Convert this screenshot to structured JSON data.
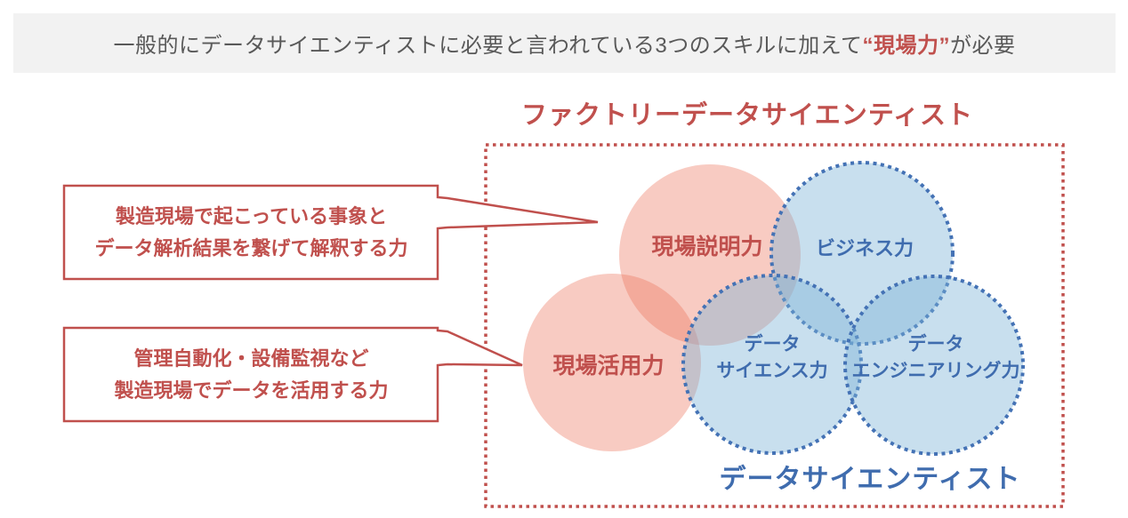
{
  "header": {
    "prefix": "一般的にデータサイエンティストに必要と言われている3つのスキルに加えて",
    "highlight": "“現場力”",
    "suffix": "が必要"
  },
  "venn": {
    "title": "ファクトリーデータサイエンティスト",
    "group_label": "データサイエンティスト",
    "circles": {
      "field_explanation": {
        "label": "現場説明力"
      },
      "business": {
        "label": "ビジネス力"
      },
      "field_utilization": {
        "label": "現場活用力"
      },
      "data_science": {
        "line1": "データ",
        "line2": "サイエンス力"
      },
      "data_engineering": {
        "line1": "データ",
        "line2": "エンジニアリング力"
      }
    }
  },
  "callouts": [
    {
      "line1": "製造現場で起こっている事象と",
      "line2": "データ解析結果を繋げて解釈する力"
    },
    {
      "line1": "管理自動化・設備監視など",
      "line2": "製造現場でデータを活用する力"
    }
  ],
  "colors": {
    "accent_red": "#C0504D",
    "accent_blue": "#4472B5",
    "blue_text": "#3F6CAE",
    "pink_fill": "#F7CDC4",
    "blue_fill": "#C9E0EF",
    "header_bg": "#F2F2F2",
    "header_text": "#595959"
  }
}
